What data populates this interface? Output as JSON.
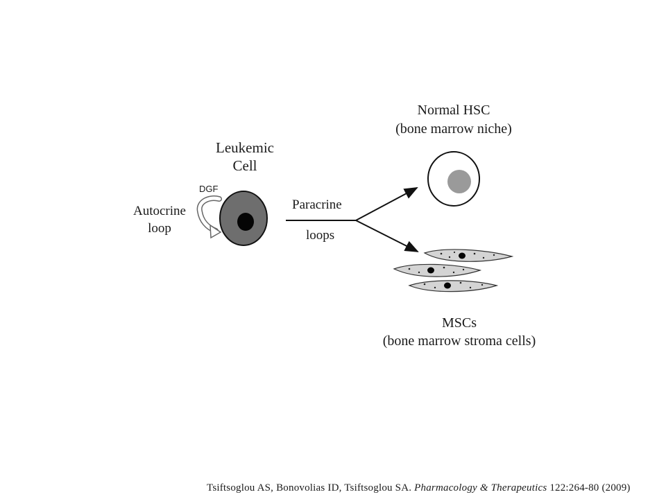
{
  "labels": {
    "leukemic_line1": "Leukemic",
    "leukemic_line2": "Cell",
    "dgf": "DGF",
    "autocrine_line1": "Autocrine",
    "autocrine_line2": "loop",
    "paracrine": "Paracrine",
    "loops": "loops",
    "hsc_line1": "Normal HSC",
    "hsc_line2": "(bone marrow niche)",
    "msc_line1": "MSCs",
    "msc_line2": "(bone marrow stroma cells)"
  },
  "citation": {
    "authors": "Tsiftsoglou AS, Bonovolias ID, Tsiftsoglou SA.",
    "journal": "Pharmacology & Therapeutics",
    "details": "122:264-80 (2009)"
  },
  "colors": {
    "leukemic_cell_fill": "#6e6e6e",
    "nucleus_dark": "#050505",
    "hsc_nucleus": "#9a9a9a",
    "stroma_fill": "#d4d4d4",
    "line": "#111111"
  }
}
